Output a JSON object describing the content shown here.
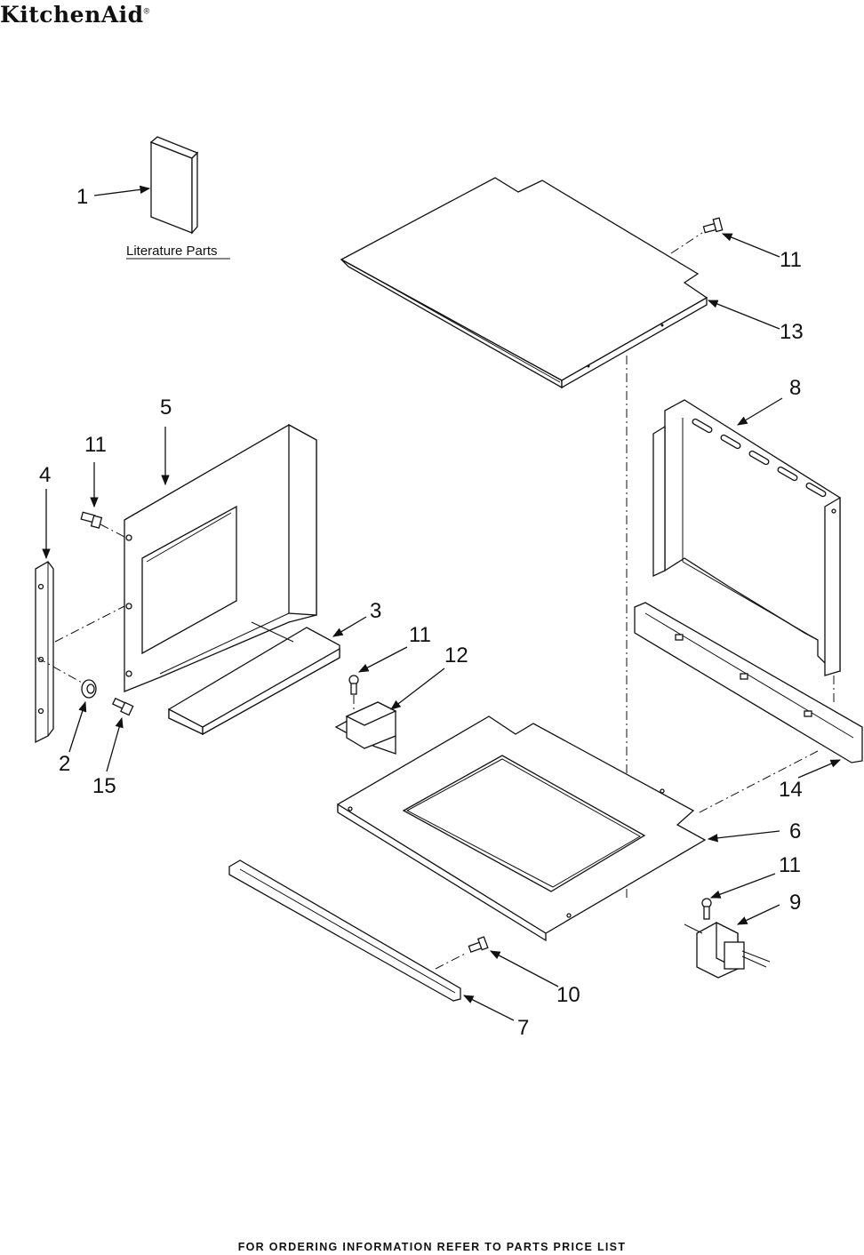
{
  "brand": {
    "logo_text": "KitchenAid",
    "registered_mark": "®"
  },
  "literature_caption": "Literature Parts",
  "callouts": {
    "c1": "1",
    "c2": "2",
    "c3": "3",
    "c4": "4",
    "c5": "5",
    "c6": "6",
    "c7": "7",
    "c8": "8",
    "c9": "9",
    "c10": "10",
    "c11a": "11",
    "c11b": "11",
    "c11c": "11",
    "c11d": "11",
    "c12": "12",
    "c13": "13",
    "c14": "14",
    "c15": "15"
  },
  "footer": "FOR ORDERING INFORMATION REFER TO PARTS PRICE LIST"
}
